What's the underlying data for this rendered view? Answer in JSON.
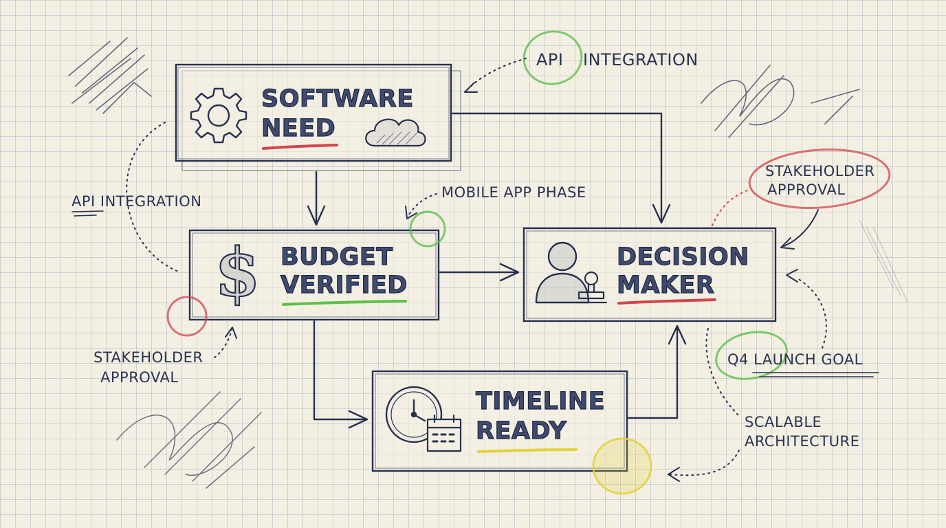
{
  "nodes": {
    "software_need": {
      "line1": "SOFTWARE",
      "line2": "NEED"
    },
    "budget_verified": {
      "line1": "BUDGET",
      "line2": "VERIFIED"
    },
    "decision_maker": {
      "line1": "DECISION",
      "line2": "MAKER"
    },
    "timeline_ready": {
      "line1": "TIMELINE",
      "line2": "READY"
    }
  },
  "annotations": {
    "api_integration_top": {
      "part1": "API",
      "part2": "INTEGRATION"
    },
    "api_integration_left": "API INTEGRATION",
    "mobile_app_phase": "MOBILE APP PHASE",
    "stakeholder_approval_right": {
      "line1": "STAKEHOLDER",
      "line2": "APPROVAL"
    },
    "stakeholder_approval_left": {
      "line1": "STAKEHOLDER",
      "line2": "APPROVAL"
    },
    "q4_launch_goal": "Q4 LAUNCH GOAL",
    "scalable_architecture": {
      "line1": "SCALABLE",
      "line2": "ARCHITECTURE"
    }
  },
  "colors": {
    "ink": "#27304f",
    "red_highlight": "#d2454d",
    "green_highlight": "#5fbf4a",
    "yellow_highlight": "#e3d23a",
    "paper": "#f3efe3"
  },
  "icons": [
    "gear-icon",
    "cloud-icon",
    "dollar-icon",
    "person-icon",
    "stamp-icon",
    "clock-icon",
    "calendar-icon"
  ]
}
